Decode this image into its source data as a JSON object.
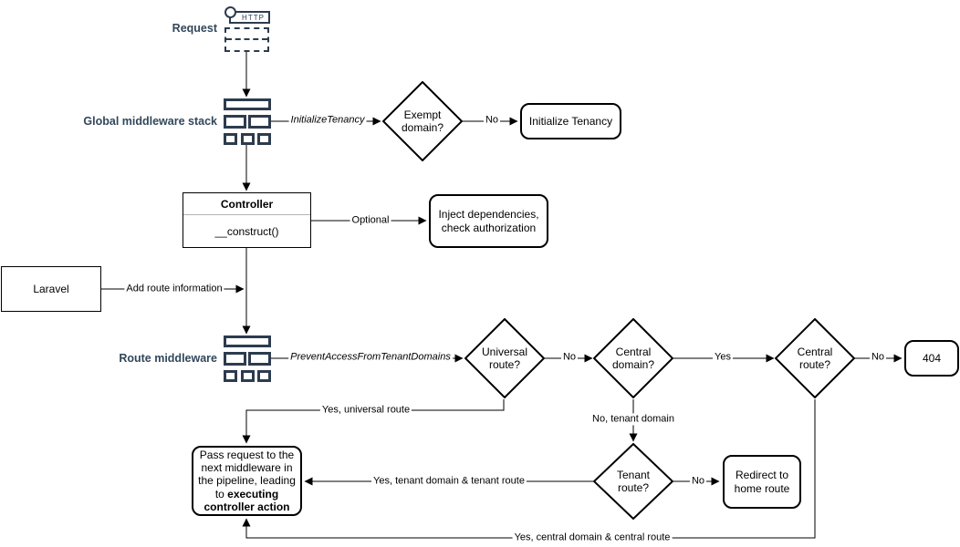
{
  "colors": {
    "label": "#32475C",
    "icon_stroke": "#2D3B4E",
    "shape_border": "#000000",
    "background": "#ffffff"
  },
  "labels": {
    "request": "Request",
    "global_middleware": "Global middleware stack",
    "route_middleware": "Route middleware"
  },
  "nodes": {
    "http_icon_text": "HTTP",
    "exempt_domain": "Exempt domain?",
    "initialize_tenancy": "Initialize Tenancy",
    "controller_title": "Controller",
    "controller_method": "__construct()",
    "inject_dependencies": "Inject dependencies, check authorization",
    "laravel": "Laravel",
    "universal_route": "Universal route?",
    "central_domain": "Central domain?",
    "central_route": "Central route?",
    "not_found": "404",
    "tenant_route": "Tenant route?",
    "redirect_home": "Redirect to home route",
    "pass_request_normal": "Pass request to the next middleware in the pipeline, leading to ",
    "pass_request_bold": "executing controller action"
  },
  "edge_labels": {
    "initialize_tenancy_middleware": "InitializeTenancy",
    "exempt_no": "No",
    "optional": "Optional",
    "add_route_information": "Add route information",
    "prevent_access_middleware": "PreventAccessFromTenantDomains",
    "universal_no": "No",
    "central_domain_yes": "Yes",
    "central_route_no": "No",
    "yes_universal_route": "Yes, universal route",
    "no_tenant_domain": "No, tenant domain",
    "tenant_no": "No",
    "yes_tenant_domain_route": "Yes, tenant domain & tenant route",
    "yes_central_domain_route": "Yes, central domain & central route"
  }
}
